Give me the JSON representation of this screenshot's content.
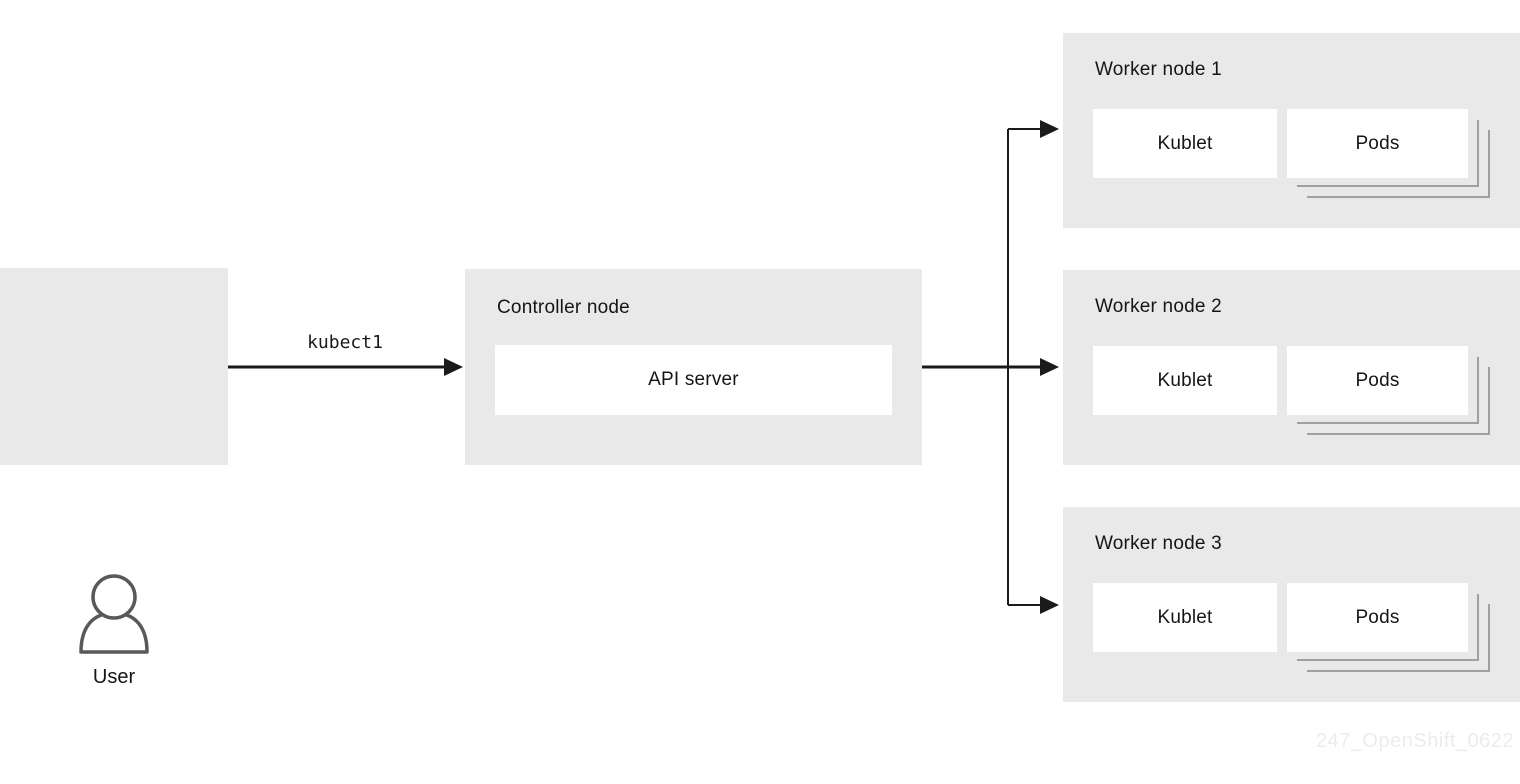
{
  "diagram": {
    "user": {
      "label": "User"
    },
    "edge_label": "kubect1",
    "controller": {
      "title": "Controller node",
      "api_server_label": "API server"
    },
    "workers": [
      {
        "title": "Worker node 1",
        "kubelet_label": "Kublet",
        "pods_label": "Pods"
      },
      {
        "title": "Worker node 2",
        "kubelet_label": "Kublet",
        "pods_label": "Pods"
      },
      {
        "title": "Worker node 3",
        "kubelet_label": "Kublet",
        "pods_label": "Pods"
      }
    ],
    "watermark": "247_OpenShift_0622",
    "colors": {
      "node_background": "#e9e9e9",
      "inner_box_background": "#ffffff",
      "line": "#1a1a1a",
      "text": "#151515",
      "user_icon_stroke": "#595959",
      "pods_stack_line": "#a0a0a0",
      "watermark_text": "#ececec"
    }
  }
}
